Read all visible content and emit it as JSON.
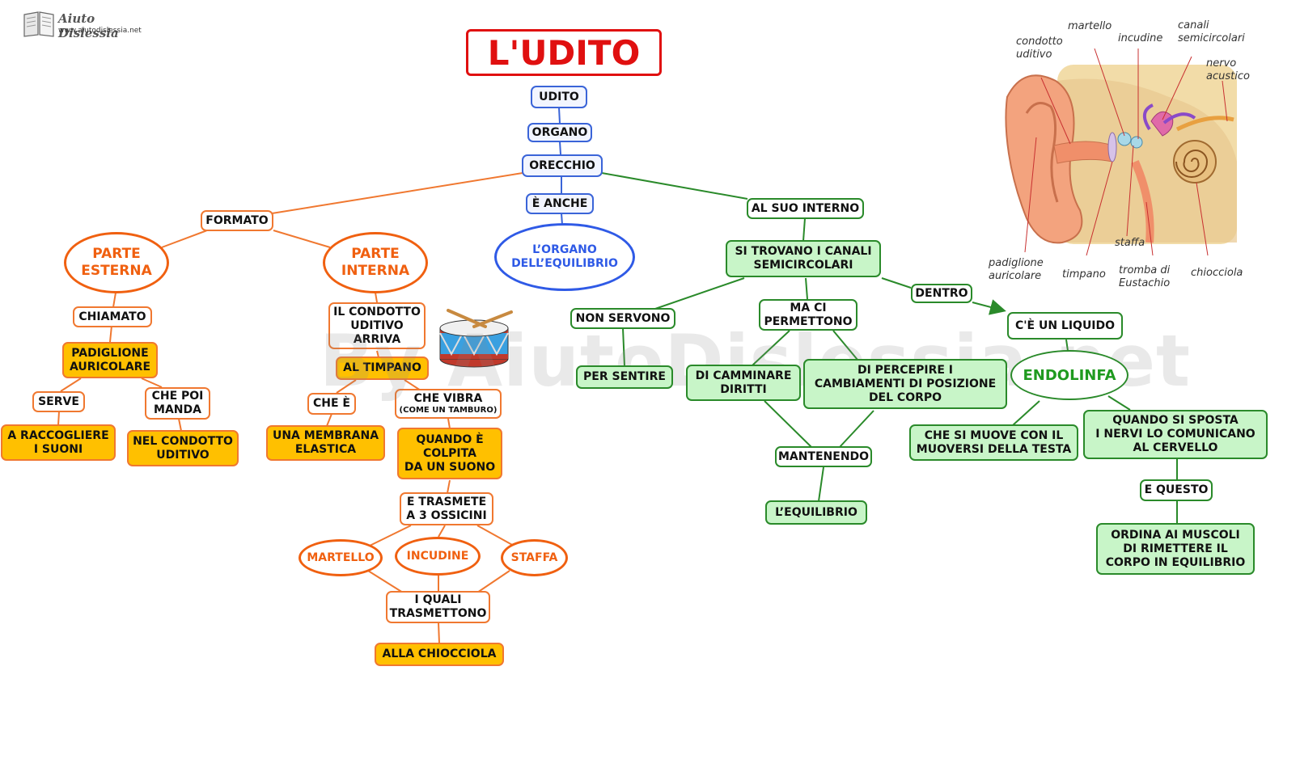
{
  "logo": {
    "name": "Aiuto Dislessia",
    "url": "www.aiutodislessia.net"
  },
  "title": "L'UDITO",
  "watermark": "By AiutoDislessia.net",
  "nodes": {
    "udito": "UDITO",
    "organo": "ORGANO",
    "orecchio": "ORECCHIO",
    "e_anche": "È ANCHE",
    "organo_equilibrio": "L’ORGANO\nDELL’EQUILIBRIO",
    "formato": "FORMATO",
    "parte_esterna": "PARTE\nESTERNA",
    "parte_interna": "PARTE\nINTERNA",
    "chiamato": "CHIAMATO",
    "padiglione": "PADIGLIONE\nAURICOLARE",
    "serve": "SERVE",
    "che_poi_manda": "CHE POI\nMANDA",
    "raccogliere": "A RACCOGLIERE\nI SUONI",
    "condotto_uditivo": "NEL CONDOTTO\nUDITIVO",
    "condotto_arriva": "IL CONDOTTO\nUDITIVO\nARRIVA",
    "al_timpano": "AL TIMPANO",
    "che_e": "CHE È",
    "che_vibra": "CHE  VIBRA",
    "che_vibra_sub": "(COME UN TAMBURO)",
    "membrana": "UNA  MEMBRANA\nELASTICA",
    "colpita": "QUANDO È\nCOLPITA\nDA UN SUONO",
    "trasmete": "E TRASMETE\nA 3 OSSICINI",
    "martello": "MARTELLO",
    "incudine": "INCUDINE",
    "staffa": "STAFFA",
    "i_quali": "I QUALI\nTRASMETTONO",
    "chiocciola": "ALLA CHIOCCIOLA",
    "al_suo_interno": "AL SUO INTERNO",
    "canali": "SI TROVANO I CANALI\nSEMICIRCOLARI",
    "non_servono": "NON SERVONO",
    "per_sentire": "PER SENTIRE",
    "ma_ci": "MA CI\nPERMETTONO",
    "camminare": "DI CAMMINARE\nDIRITTI",
    "percepire": "DI PERCEPIRE I\nCAMBIAMENTI DI POSIZIONE\nDEL CORPO",
    "mantenendo": "MANTENENDO",
    "equilibrio": "L’EQUILIBRIO",
    "dentro": "DENTRO",
    "liquido": "C'È UN LIQUIDO",
    "endolinfa": "ENDOLINFA",
    "si_muove": "CHE SI MUOVE CON IL\nMUOVERSI DELLA TESTA",
    "quando_sposta": "QUANDO SI SPOSTA\nI NERVI LO  COMUNICANO\nAL CERVELLO",
    "e_questo": "E QUESTO",
    "ordina": "ORDINA AI MUSCOLI\nDI RIMETTERE IL\nCORPO IN EQUILIBRIO"
  },
  "ear_labels": {
    "condotto": "condotto\nuditivo",
    "martello": "martello",
    "incudine": "incudine",
    "canali": "canali\nsemicircolari",
    "nervo": "nervo\nacustico",
    "padiglione": "padiglione\nauricolare",
    "timpano": "timpano",
    "staffa": "staffa",
    "tromba": "tromba di\nEustachio",
    "chiocciola": "chiocciola"
  },
  "colors": {
    "orange": "#f07830",
    "yellow": "#ffc000",
    "blue": "#3a64d8",
    "green": "#2a8a2a",
    "red": "#e01010"
  }
}
